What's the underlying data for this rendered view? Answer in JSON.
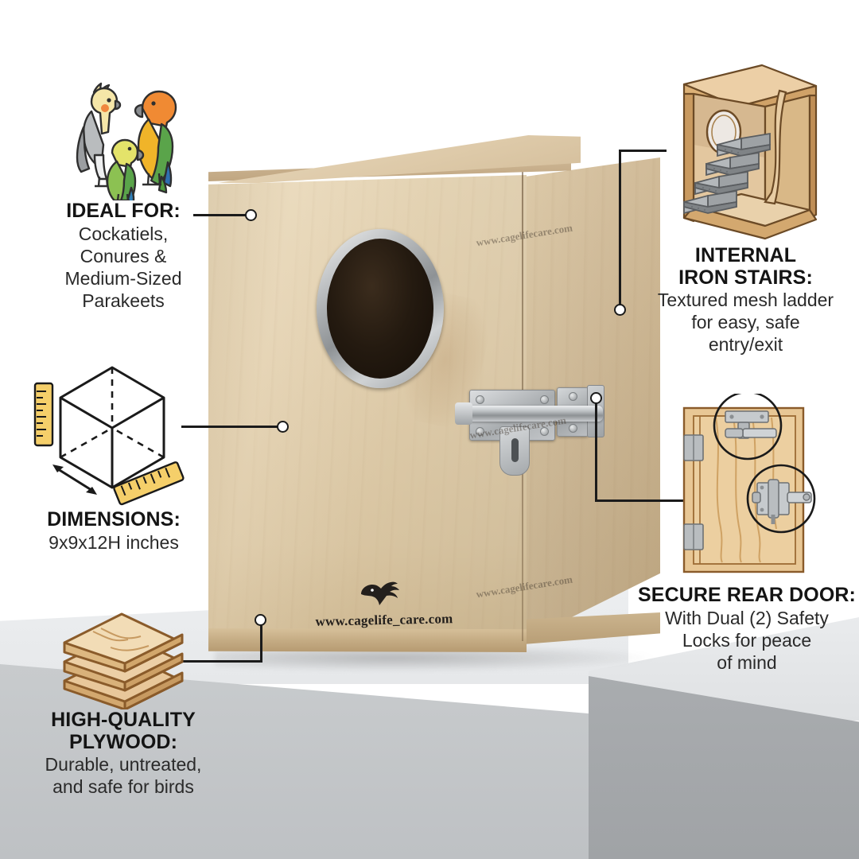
{
  "brand": {
    "logo_icon": "bird-logo-icon",
    "main_url": "www.cagelife_care.com",
    "watermark_url": "www.cagelifecare.com"
  },
  "product": {
    "name": "wooden-bird-nest-box",
    "entrance_hole": "metal-ringed-entrance-hole",
    "latch": "barrel-bolt-latch"
  },
  "callouts": {
    "ideal_for": {
      "icon": "three-parrots-icon",
      "title": "IDEAL FOR:",
      "body_lines": [
        "Cockatiels,",
        "Conures &",
        "Medium-Sized",
        "Parakeets"
      ]
    },
    "dimensions": {
      "icon": "isometric-cube-with-rulers-icon",
      "title": "DIMENSIONS:",
      "body_lines": [
        "9x9x12H inches"
      ]
    },
    "plywood": {
      "icon": "plywood-stack-icon",
      "title_lines": [
        "HIGH-QUALITY",
        "PLYWOOD:"
      ],
      "body_lines": [
        "Durable, untreated,",
        "and safe for birds"
      ]
    },
    "stairs": {
      "icon": "nest-box-cutaway-with-stairs-icon",
      "title_lines": [
        "INTERNAL",
        "IRON STAIRS:"
      ],
      "body_lines": [
        "Textured mesh ladder",
        "for easy, safe",
        "entry/exit"
      ]
    },
    "rear_door": {
      "icon": "rear-door-with-locks-icon",
      "title": "SECURE REAR DOOR:",
      "body_lines": [
        "With Dual (2) Safety",
        "Locks for peace",
        "of mind"
      ]
    }
  },
  "colors": {
    "text_dark": "#141414",
    "line": "#1b1b1b",
    "wood_light": "#e8d7b7",
    "wood_mid": "#d0b994",
    "metal": "#b9bcbe",
    "pedestal_light": "#e6e8ea",
    "pedestal_dark": "#a9acaf"
  }
}
